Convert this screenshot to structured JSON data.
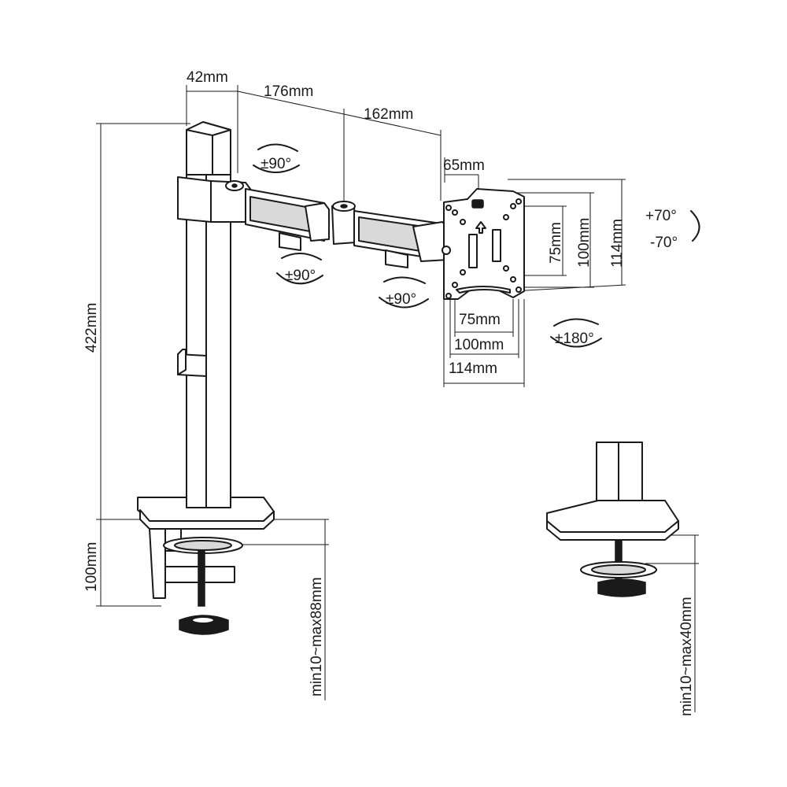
{
  "dimensions": {
    "d42": "42mm",
    "d176": "176mm",
    "d162": "162mm",
    "d65": "65mm",
    "d422": "422mm",
    "d100_clamp": "100mm",
    "clamp_range": "min10~max88mm",
    "grommet_range": "min10~max40mm",
    "vesa_75_h": "75mm",
    "vesa_100_h": "100mm",
    "vesa_114_h": "114mm",
    "vesa_75_v": "75mm",
    "vesa_100_v": "100mm",
    "vesa_114_v": "114mm"
  },
  "rotations": {
    "pole_swivel": "±90°",
    "arm1_swivel": "±90°",
    "arm2_swivel": "±90°",
    "tilt_up": "+70°",
    "tilt_down": "-70°",
    "rotate": "±180°"
  }
}
